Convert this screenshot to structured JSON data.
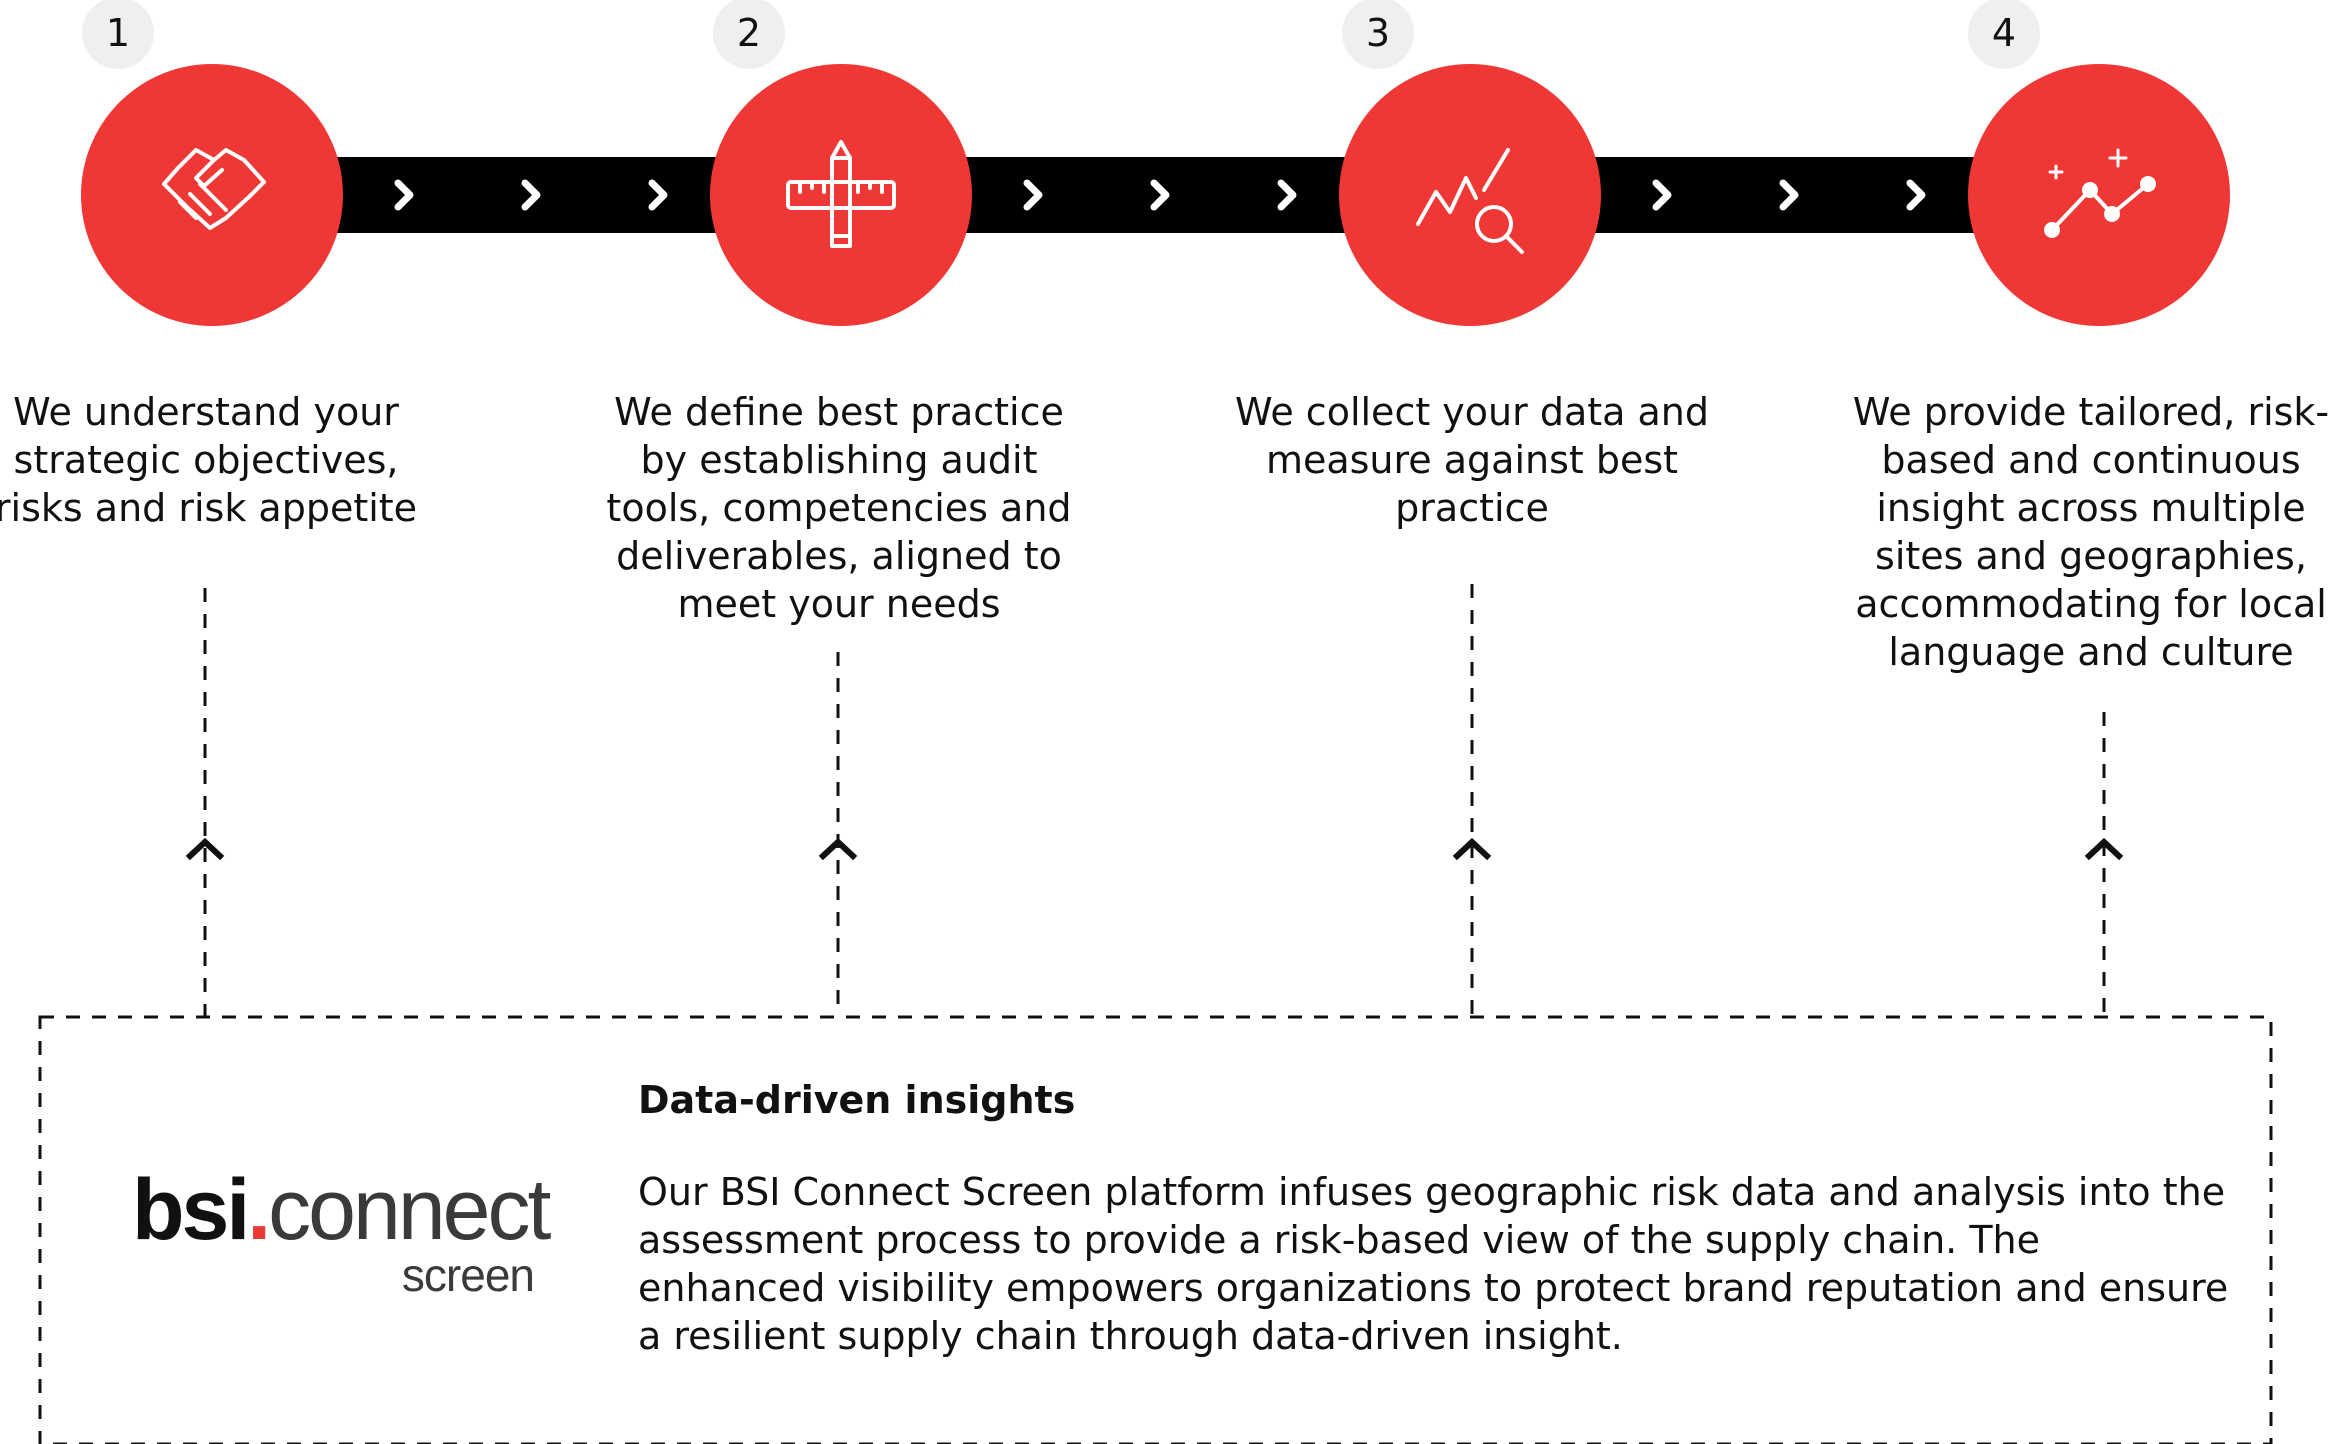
{
  "colors": {
    "accent": "#EF3835",
    "connector": "#000000",
    "number_badge": "#EFEFEF",
    "text": "#111111"
  },
  "steps": [
    {
      "number": "1",
      "icon": "handshake-icon",
      "text": "We understand your strategic objectives, risks and risk appetite"
    },
    {
      "number": "2",
      "icon": "pencil-ruler-icon",
      "text": "We define best practice by establishing audit tools, competencies and deliverables, aligned to meet your needs"
    },
    {
      "number": "3",
      "icon": "chart-magnifier-icon",
      "text": "We collect your data and measure against best practice"
    },
    {
      "number": "4",
      "icon": "sparkle-trend-icon",
      "text": "We provide tailored, risk-based and continuous insight across multiple sites and geographies, accommodating for local language and culture"
    }
  ],
  "insight": {
    "title": "Data-driven insights",
    "body": "Our BSI Connect Screen platform infuses geographic risk data and analysis into the assessment process to provide a risk-based view of the supply chain. The enhanced visibility empowers organizations to protect brand reputation and ensure a resilient supply chain through data-driven insight."
  },
  "logo": {
    "bsi": "bsi",
    "dot": ".",
    "connect": "connect",
    "sub": "screen"
  }
}
